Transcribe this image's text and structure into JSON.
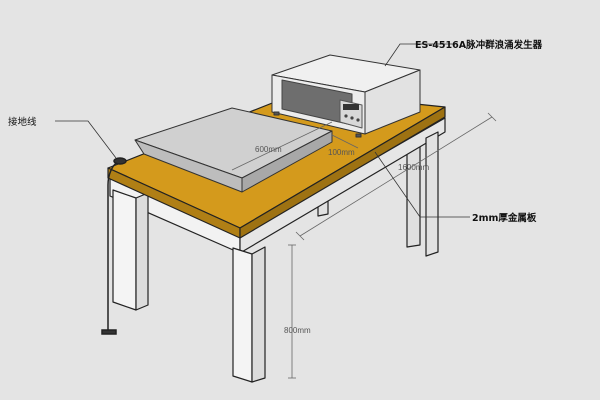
{
  "labels": {
    "generator": "ES-4516A脉冲群浪涌发生器",
    "ground_wire": "接地线",
    "metal_plate": "2mm厚金属板"
  },
  "dimensions": {
    "plate_width": "600mm",
    "gap": "100mm",
    "table_length": "1600mm",
    "table_height": "800mm"
  },
  "colors": {
    "background": "#e4e4e4",
    "tabletop": "#d49a1c",
    "table_frame": "#f2f2f2",
    "plate": "#d0d0d0",
    "generator": "#e8e8e8",
    "panel": "#6e6e6e"
  }
}
